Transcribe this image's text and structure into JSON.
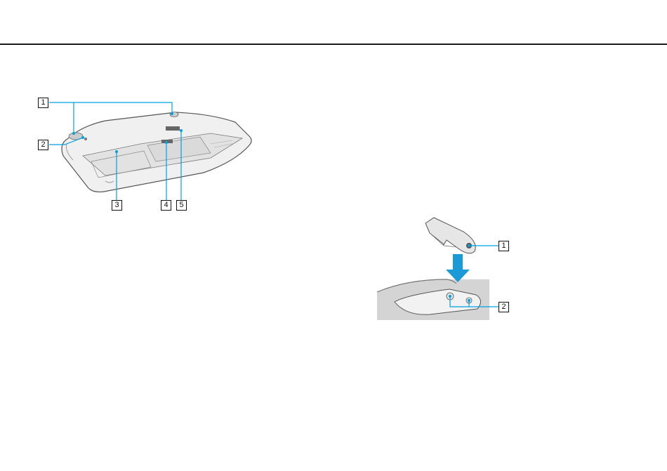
{
  "figure_bottom": {
    "callouts": [
      "1",
      "2",
      "3",
      "4",
      "5"
    ]
  },
  "figure_foot": {
    "callouts": [
      "1",
      "2"
    ]
  },
  "colors": {
    "leader": "#00a0e0",
    "rule": "#1a1a1a",
    "body_fill": "#f0f0f0",
    "body_stroke": "#555555",
    "arrow": "#1a9ad6",
    "surface": "#d4d4d4"
  }
}
